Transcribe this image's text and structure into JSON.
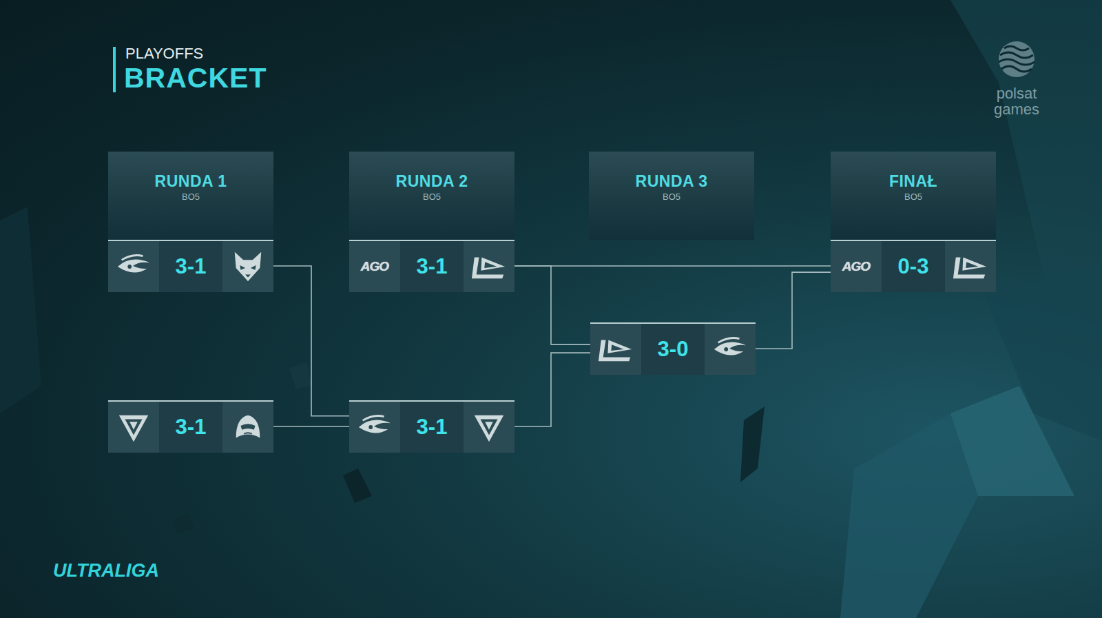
{
  "diagram": {
    "title": "BRACKET",
    "nodes": [
      {
        "text": [
          "RUNDA 1",
          "BO5"
        ]
      },
      {
        "text": [
          "RUNDA 2",
          "BO5"
        ]
      },
      {
        "text": [
          "RUNDA 3",
          "BO5"
        ]
      },
      {
        "text": [
          "FINAŁ",
          "BO5"
        ]
      },
      {
        "text": [
          "3-1"
        ]
      },
      {
        "text": [
          "3-1"
        ]
      },
      {
        "text": [
          "0-3"
        ]
      },
      {
        "text": [
          "3-0"
        ]
      },
      {
        "text": [
          "3-1"
        ]
      },
      {
        "text": [
          "3-1"
        ]
      }
    ],
    "edges": [
      {
        "from": 4,
        "to": 9,
        "arrow": "none"
      },
      {
        "from": 8,
        "to": 9,
        "arrow": "none"
      },
      {
        "from": 5,
        "to": 7,
        "arrow": "none"
      },
      {
        "from": 9,
        "to": 7,
        "arrow": "none"
      },
      {
        "from": 5,
        "to": 6,
        "arrow": "none"
      },
      {
        "from": 7,
        "to": 6,
        "arrow": "none"
      }
    ],
    "labels": [
      "PLAYOFFS",
      "polsat games",
      "ULTRALIGA",
      "AGO",
      "AGO"
    ]
  }
}
